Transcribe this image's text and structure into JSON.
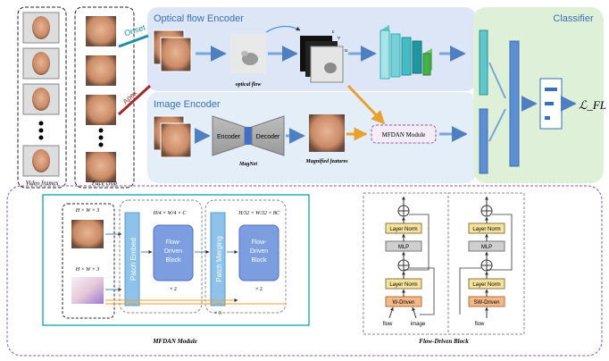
{
  "left_panel": {
    "video_frames_label": "Video frames",
    "face_crop_label": "Face crop"
  },
  "arrows": {
    "onset_label": "Onset",
    "apex_label": "Apex"
  },
  "optical_flow_encoder": {
    "title": "Optical flow Encoder",
    "optical_flow_label": "optical flow",
    "channel_labels": [
      "ε",
      "v",
      "u"
    ]
  },
  "image_encoder": {
    "title": "Image Encoder",
    "encoder_label": "Encoder",
    "decoder_label": "Decoder",
    "magnet_label": "MagNet",
    "magnified_label": "Magnified features",
    "mfdan_box_label": "MFDAN Module"
  },
  "classifier": {
    "title": "Classifier",
    "loss_label": "ℒ_FL"
  },
  "mfdan_module": {
    "caption": "MFDAN Module",
    "input_label_top": "H × W × 3",
    "input_label_bottom": "H × W × 3",
    "patch_embed_label": "Patch Embed",
    "dim1_label": "H/4 × W/4 × C",
    "block1_label": [
      "Flow-",
      "Driven",
      "Block"
    ],
    "block1_repeat": "× 2",
    "patch_merging_label": "Patch Merging",
    "merge_repeat": "× 3",
    "dim2_label": "H/32 × W/32 × 8C",
    "block2_label": [
      "Flow-",
      "Driven",
      "Block"
    ],
    "block2_repeat": "× 2"
  },
  "flow_driven_block": {
    "caption": "Flow-Driven Block",
    "left": {
      "layer_norm_top": "Layer Norm",
      "mlp": "MLP",
      "layer_norm_bottom": "Layer Norm",
      "driven": "W-Driven",
      "input_flow": "flow",
      "input_image": "image"
    },
    "right": {
      "layer_norm_top": "Layer Norm",
      "mlp": "MLP",
      "layer_norm_bottom": "Layer Norm",
      "driven": "SW-Driven",
      "input_flow": "flow"
    }
  },
  "colors": {
    "encoder_panel": "#dde6f6",
    "image_panel": "#e4eef8",
    "classifier_panel": "#dff0d8",
    "arrow_blue": "#7aa6d6",
    "bar_blue": "#5b8fd1",
    "teal": "#2ab0b8",
    "green": "#44b24a",
    "orange_arrow": "#e8a030",
    "apex_red": "#a02a2a",
    "onset_teal": "#1f8ca6",
    "purple_dash": "#8a55b0",
    "block_blue": "#7c9ee0",
    "patch_blue": "#8ec2ea",
    "layer_norm": "#f7e3a0",
    "mlp_gray": "#cfcfcf",
    "driven_orange": "#f2b88a"
  }
}
